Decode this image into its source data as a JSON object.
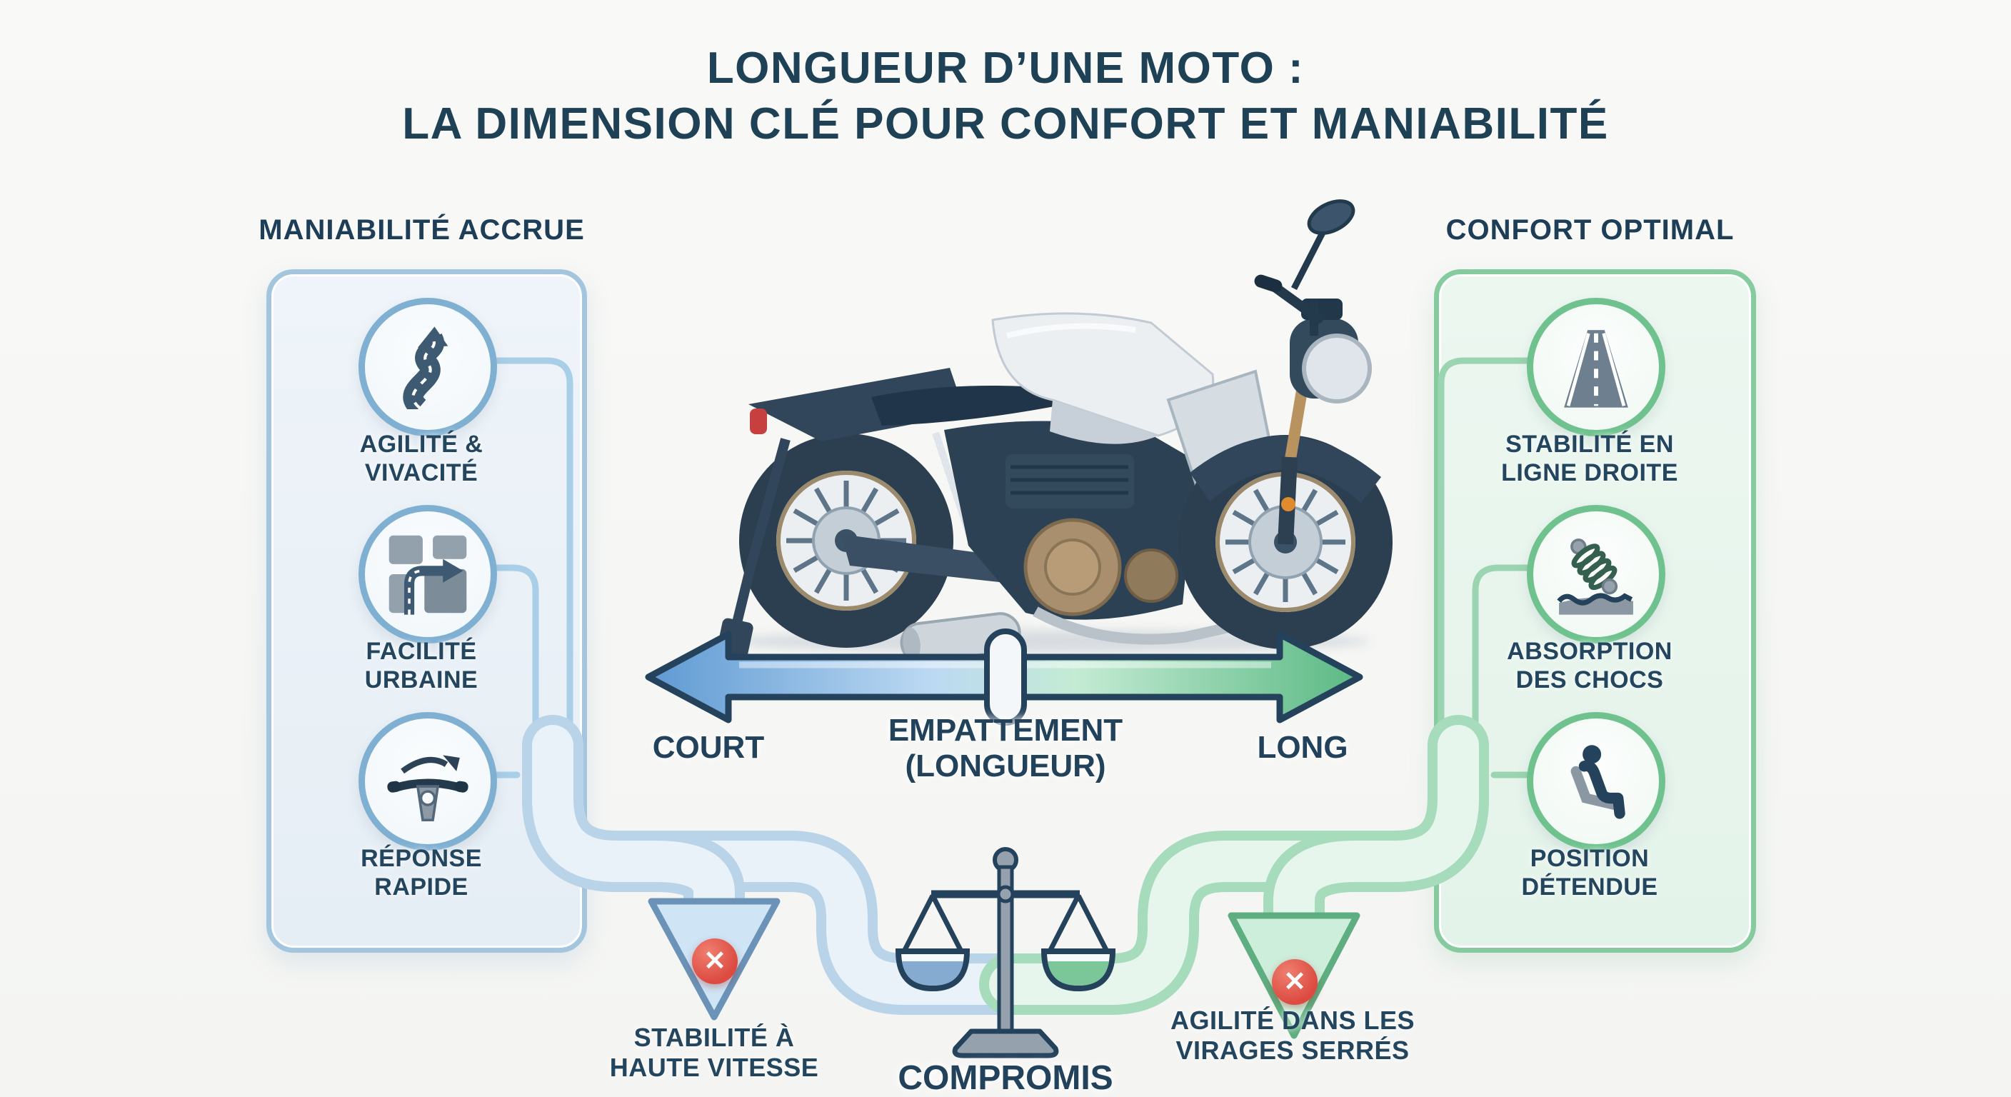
{
  "title": {
    "line1": "LONGUEUR D’UNE MOTO :",
    "line2": "LA DIMENSION CLÉ POUR CONFORT ET MANIABILITÉ"
  },
  "left_panel": {
    "header": "MANIABILITÉ ACCRUE",
    "accent": "#7fb0d2",
    "items": [
      {
        "icon": "winding-road-icon",
        "label": "AGILITÉ &\nVIVACITÉ"
      },
      {
        "icon": "city-map-turn-icon",
        "label": "FACILITÉ\nURBAINE"
      },
      {
        "icon": "handlebar-turn-icon",
        "label": "RÉPONSE\nRAPIDE"
      }
    ]
  },
  "right_panel": {
    "header": "CONFORT OPTIMAL",
    "accent": "#6fc28e",
    "items": [
      {
        "icon": "straight-road-icon",
        "label": "STABILITÉ EN\nLIGNE DROITE"
      },
      {
        "icon": "shock-absorber-icon",
        "label": "ABSORPTION\nDES CHOCS"
      },
      {
        "icon": "relaxed-seat-icon",
        "label": "POSITION\nDÉTENDUE"
      }
    ]
  },
  "axis": {
    "left_label": "COURT",
    "center_label": "EMPATTEMENT (LONGUEUR)",
    "right_label": "LONG",
    "left_color": "#66a0d6",
    "right_color": "#63bd88"
  },
  "tradeoffs": {
    "left": {
      "marker": "x-circle-icon",
      "marker_glyph": "✕",
      "label": "STABILITÉ À\nHAUTE VITESSE"
    },
    "center": {
      "icon": "balance-scale-icon",
      "label": "COMPROMIS"
    },
    "right": {
      "marker": "x-circle-icon",
      "marker_glyph": "✕",
      "label": "AGILITÉ DANS LES\nVIRAGES SERRÉS"
    }
  },
  "colors": {
    "text_navy": "#21415a",
    "panel_blue_border": "#a3c6de",
    "panel_green_border": "#85cb9e",
    "arrow_blue": "#66a0d6",
    "arrow_green": "#63bd88",
    "error_red": "#dc4a40"
  }
}
